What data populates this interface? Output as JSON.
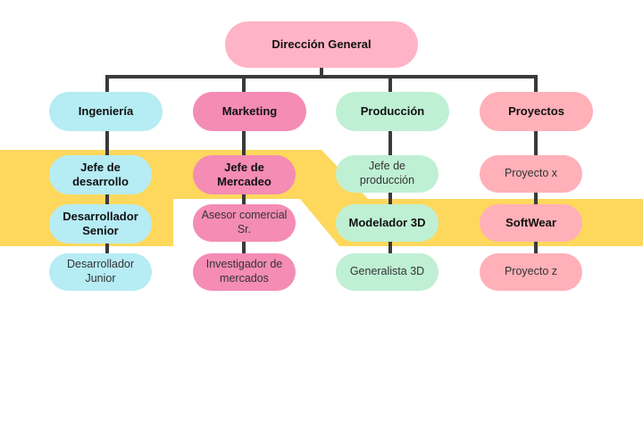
{
  "colors": {
    "highlight": "#fdd85d",
    "connector": "#3a3a3a",
    "root": "#ffb3c7",
    "engineering": "#b6ecf4",
    "marketing": "#f48cb4",
    "production": "#bff0d4",
    "projects": "#ffb0b8"
  },
  "root": {
    "label": "Dirección General"
  },
  "departments": [
    {
      "label": "Ingeniería",
      "roles": [
        "Jefe de desarrollo",
        "Desarrollador Senior",
        "Desarrollador Junior"
      ]
    },
    {
      "label": "Marketing",
      "roles": [
        "Jefe de Mercadeo",
        "Asesor comercial Sr.",
        "Investigador de mercados"
      ]
    },
    {
      "label": "Producción",
      "roles": [
        "Jefe de producción",
        "Modelador 3D",
        "Generalista 3D"
      ]
    },
    {
      "label": "Proyectos",
      "roles": [
        "Proyecto x",
        "SoftWear",
        "Proyecto z"
      ]
    }
  ]
}
